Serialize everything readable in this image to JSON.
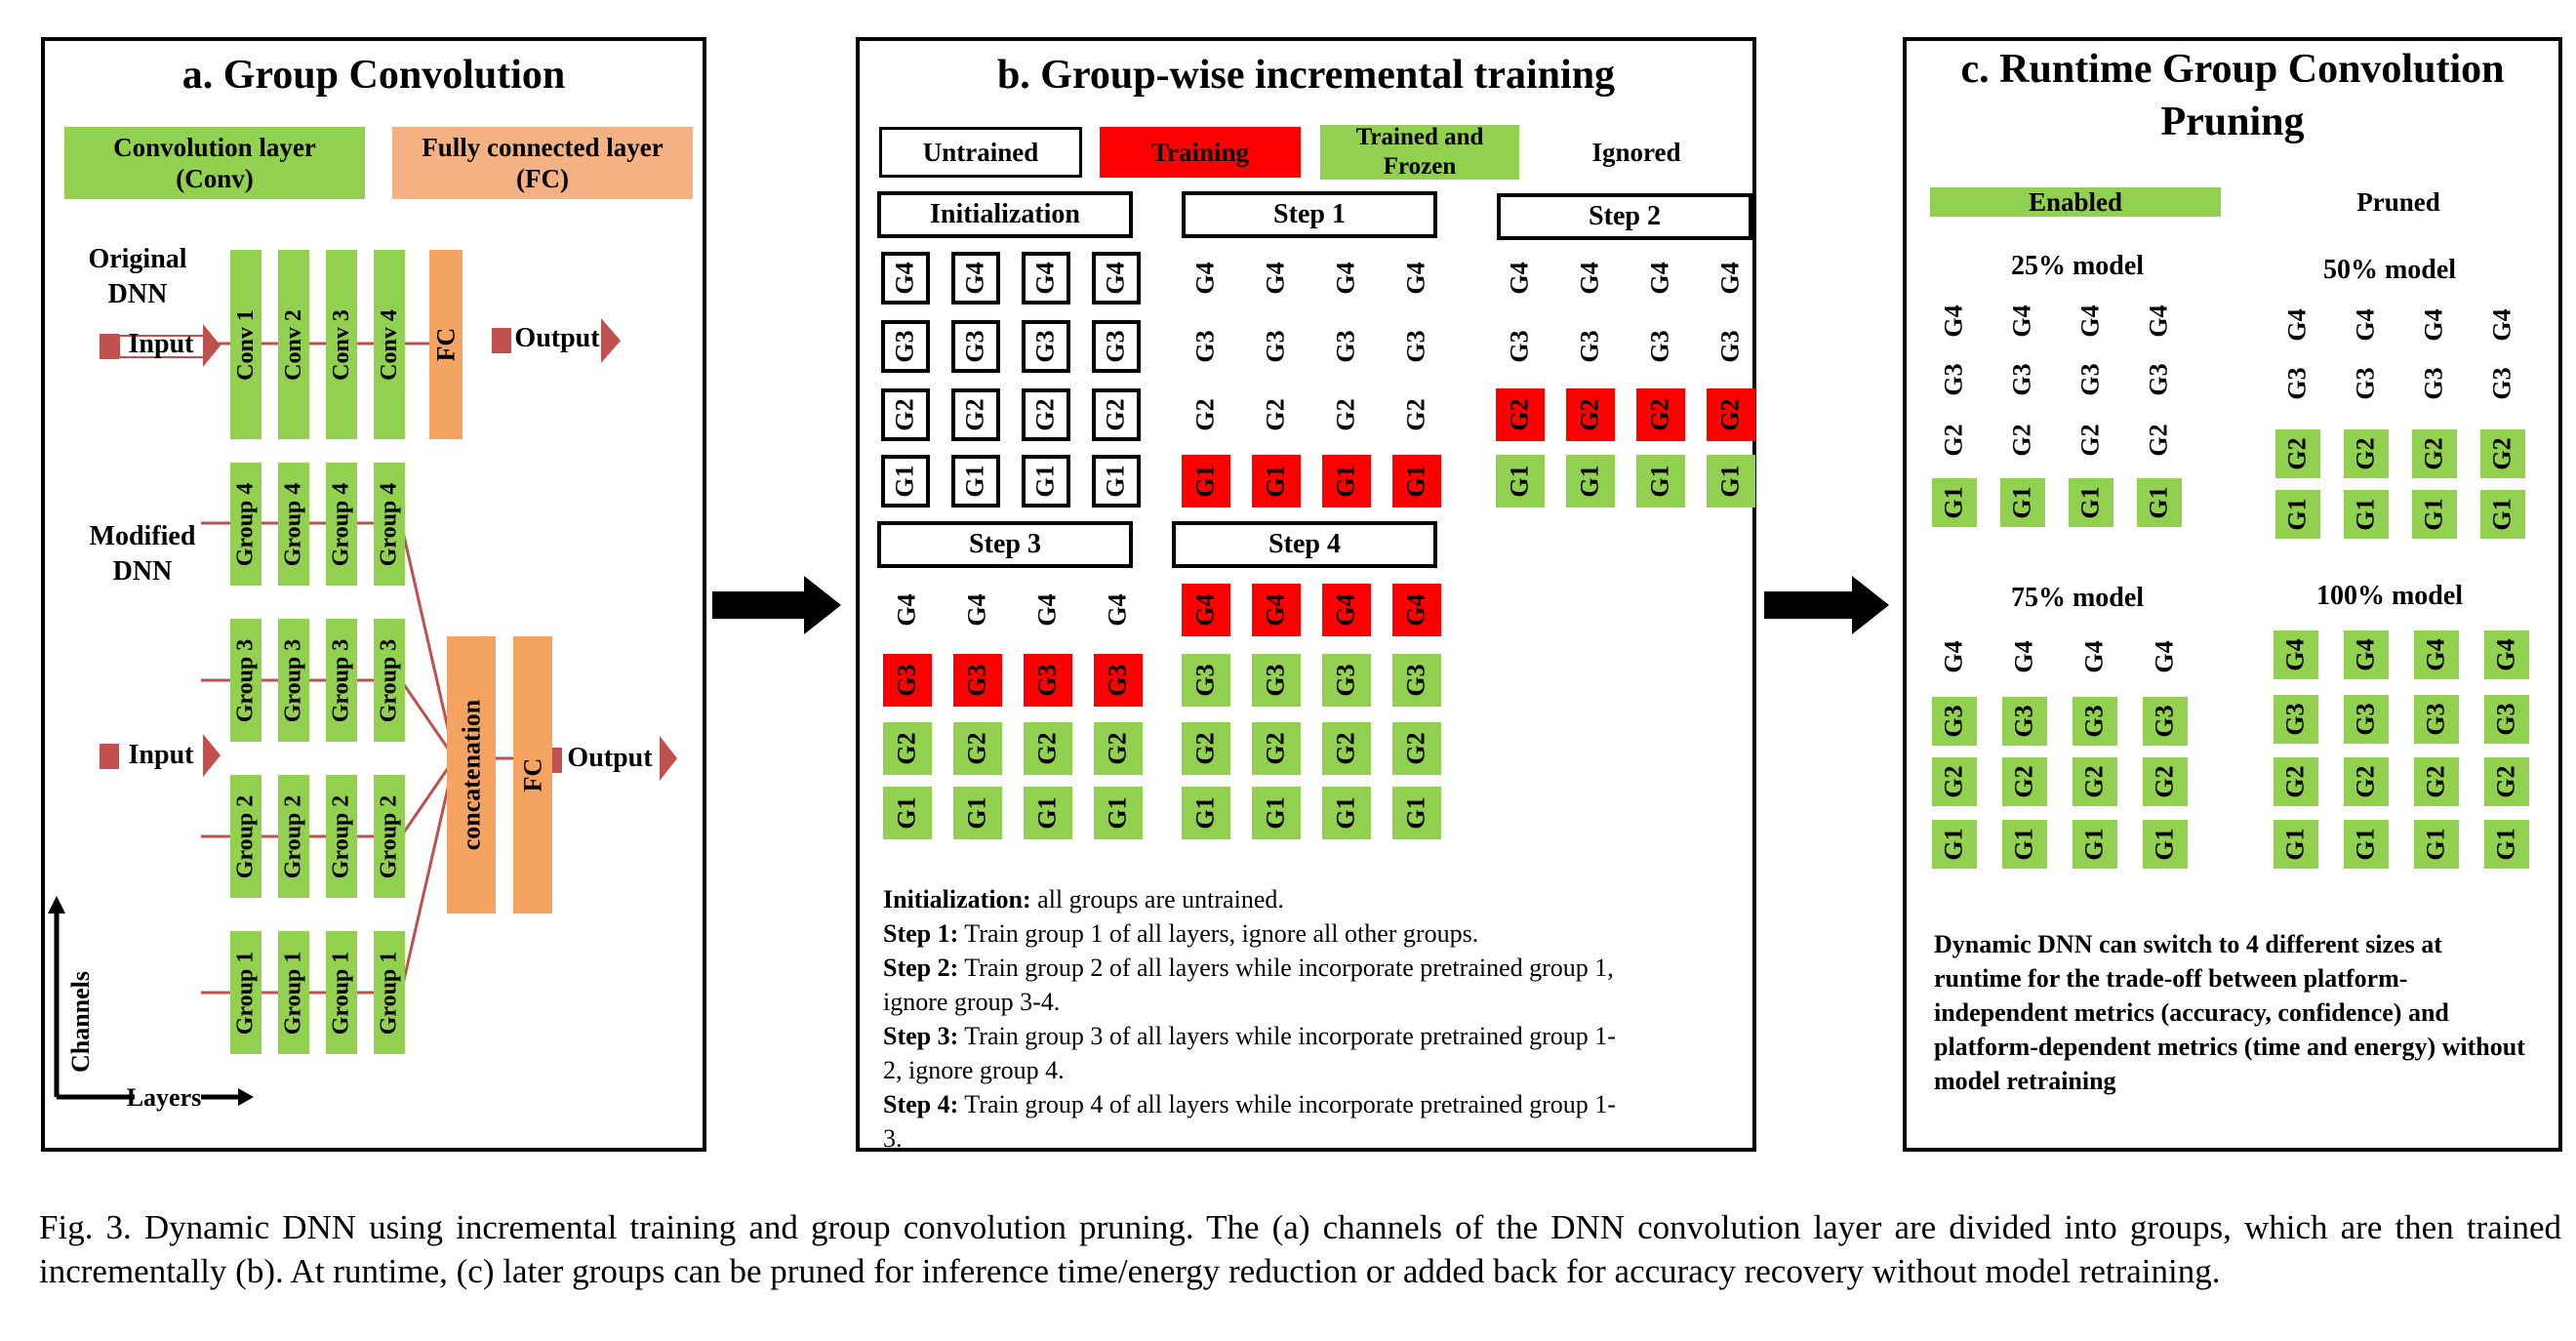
{
  "panel_a": {
    "title": "a. Group Convolution",
    "legend_conv": "Convolution layer\n(Conv)",
    "legend_fc": "Fully connected layer\n(FC)",
    "original_label": "Original\nDNN",
    "modified_label": "Modified\nDNN",
    "input": "Input",
    "output": "Output",
    "conv_layers": [
      "Conv 1",
      "Conv 2",
      "Conv 3",
      "Conv 4"
    ],
    "fc": "FC",
    "groups": [
      "Group 4",
      "Group 3",
      "Group 2",
      "Group 1"
    ],
    "concatenation": "concatenation",
    "axis_channels": "Channels",
    "axis_layers": "Layers"
  },
  "panel_b": {
    "title": "b. Group-wise incremental training",
    "legend": {
      "untrained": "Untrained",
      "training": "Training",
      "trained_frozen": "Trained and\nFrozen",
      "ignored": "Ignored"
    },
    "stages": [
      "Initialization",
      "Step 1",
      "Step 2",
      "Step 3",
      "Step 4"
    ],
    "group_labels": [
      "G4",
      "G3",
      "G2",
      "G1"
    ],
    "description": [
      {
        "bold": "Initialization:",
        "text": " all groups are untrained."
      },
      {
        "bold": "Step 1:",
        "text": " Train group 1 of all layers, ignore all other groups."
      },
      {
        "bold": "Step 2:",
        "text": " Train group 2 of all layers while incorporate pretrained group 1, ignore group 3-4."
      },
      {
        "bold": "Step 3:",
        "text": " Train group 3 of all layers while incorporate pretrained group 1-2, ignore group 4."
      },
      {
        "bold": "Step 4:",
        "text": " Train group 4 of all layers while incorporate pretrained group 1-3."
      }
    ]
  },
  "panel_c": {
    "title": "c. Runtime Group Convolution\nPruning",
    "legend_enabled": "Enabled",
    "legend_pruned": "Pruned",
    "models": [
      "25% model",
      "50% model",
      "75% model",
      "100% model"
    ],
    "note": "Dynamic DNN can switch to 4 different sizes at runtime for the trade-off between platform-independent metrics (accuracy, confidence) and platform-dependent metrics (time and energy) without model retraining"
  },
  "caption": "Fig. 3.  Dynamic DNN using incremental training and group convolution pruning. The (a) channels of the DNN convolution layer are divided into groups, which are then trained incrementally (b). At runtime, (c) later groups can be pruned for inference time/energy reduction or added back for accuracy recovery without model retraining.",
  "colors": {
    "green": "#92d050",
    "red": "#ff0000",
    "orange": "#f4b183",
    "connector": "#c0504d"
  }
}
